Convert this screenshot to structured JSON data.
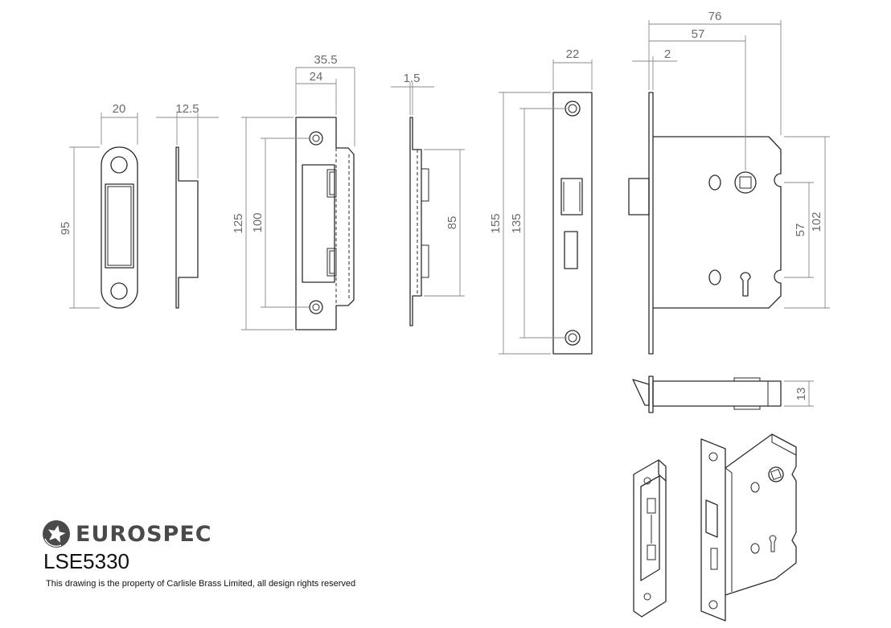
{
  "brand": {
    "name": "EUROSPEC",
    "icon": "star-badge-icon"
  },
  "product_code": "LSE5330",
  "copyright": "This drawing is the property of Carlisle Brass Limited, all design rights reserved",
  "dimensions": {
    "strike_plate_width": "20",
    "strike_plate_depth": "12.5",
    "strike_plate_height": "95",
    "box_keep_width_overall": "35.5",
    "box_keep_width": "24",
    "box_keep_height": "125",
    "box_keep_fixing_centres": "100",
    "box_keep_side_thickness": "1.5",
    "box_keep_side_height": "85",
    "forend_width": "22",
    "forend_height": "155",
    "forend_fixing_centres": "135",
    "lock_case_width": "76",
    "lock_backset": "57",
    "forend_thickness": "2",
    "lock_centres": "57",
    "lock_case_height": "102",
    "lock_case_depth": "13"
  }
}
